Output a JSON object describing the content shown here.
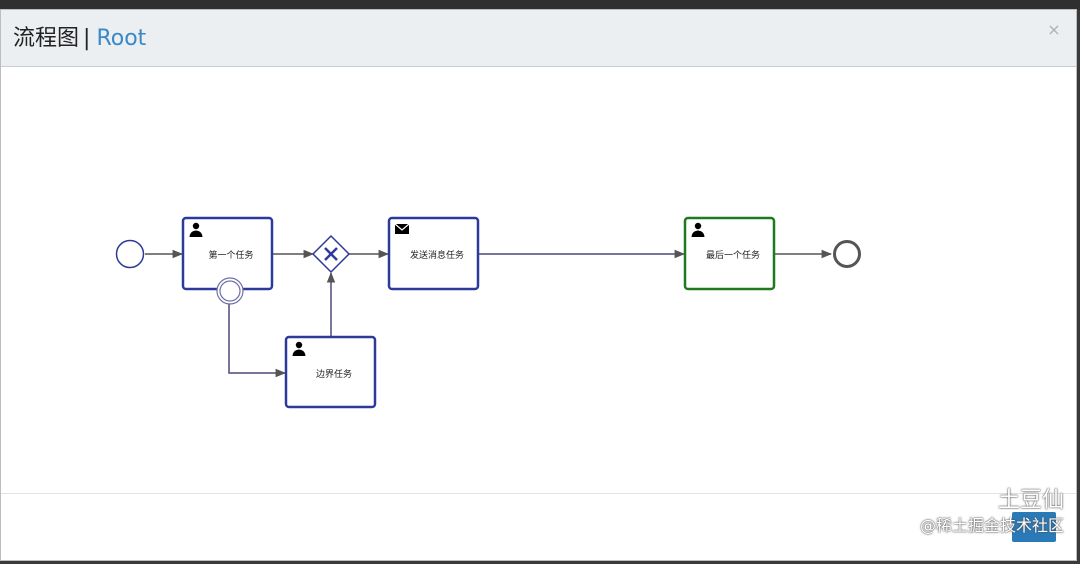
{
  "dialog": {
    "title": "流程图",
    "separator": "|",
    "subtitle": "Root",
    "close_label": "×"
  },
  "diagram": {
    "tasks": {
      "first": "第一个任务",
      "boundary": "边界任务",
      "send_message": "发送消息任务",
      "last": "最后一个任务"
    },
    "colors": {
      "task_border": "#2e3a9b",
      "active_border": "#1f7a1f",
      "flow": "#4a4a7a",
      "end_event": "#555555"
    }
  },
  "watermark": {
    "line1": "土豆仙",
    "line2": "@稀土掘金技术社区"
  }
}
